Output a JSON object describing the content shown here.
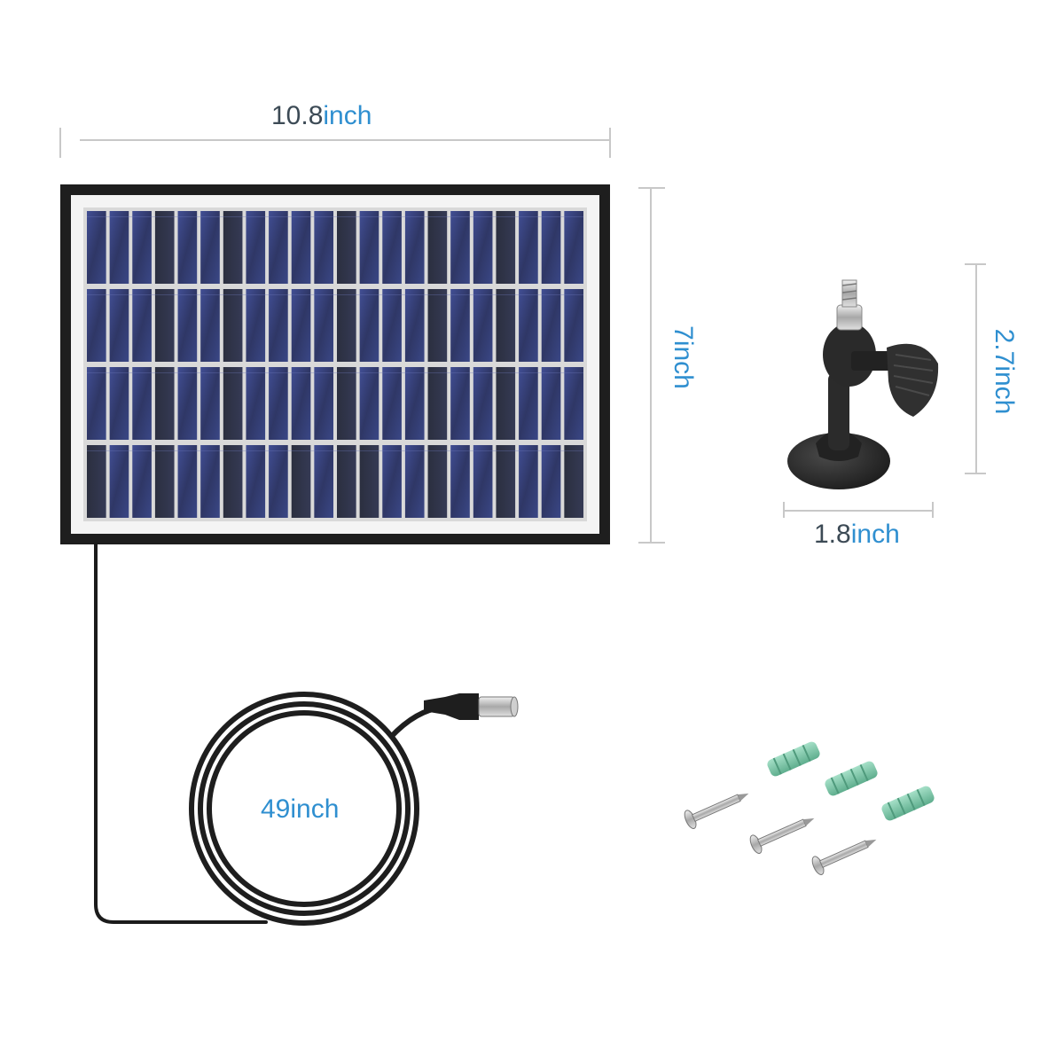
{
  "labels": {
    "panel_width": {
      "prefix": "10.8",
      "unit": "inch"
    },
    "panel_height": "7inch",
    "mount_height": "2.7inch",
    "mount_width": {
      "prefix": "1.8",
      "unit": "inch"
    },
    "cable_length": "49inch"
  },
  "colors": {
    "label_dark": "#3c4a55",
    "label_blue": "#2f8fd0",
    "dimension_line": "#c8c8c8",
    "panel_frame": "#1e1e1e",
    "cell_blue": "#3c4a8a",
    "cell_dark": "#2a2d3a",
    "anchor_green": "#7cc4a8",
    "mount_black": "#2a2a2a"
  },
  "icons": [
    "solar-panel",
    "dc-plug",
    "coiled-cable",
    "camera-mount",
    "screw",
    "wall-anchor"
  ]
}
